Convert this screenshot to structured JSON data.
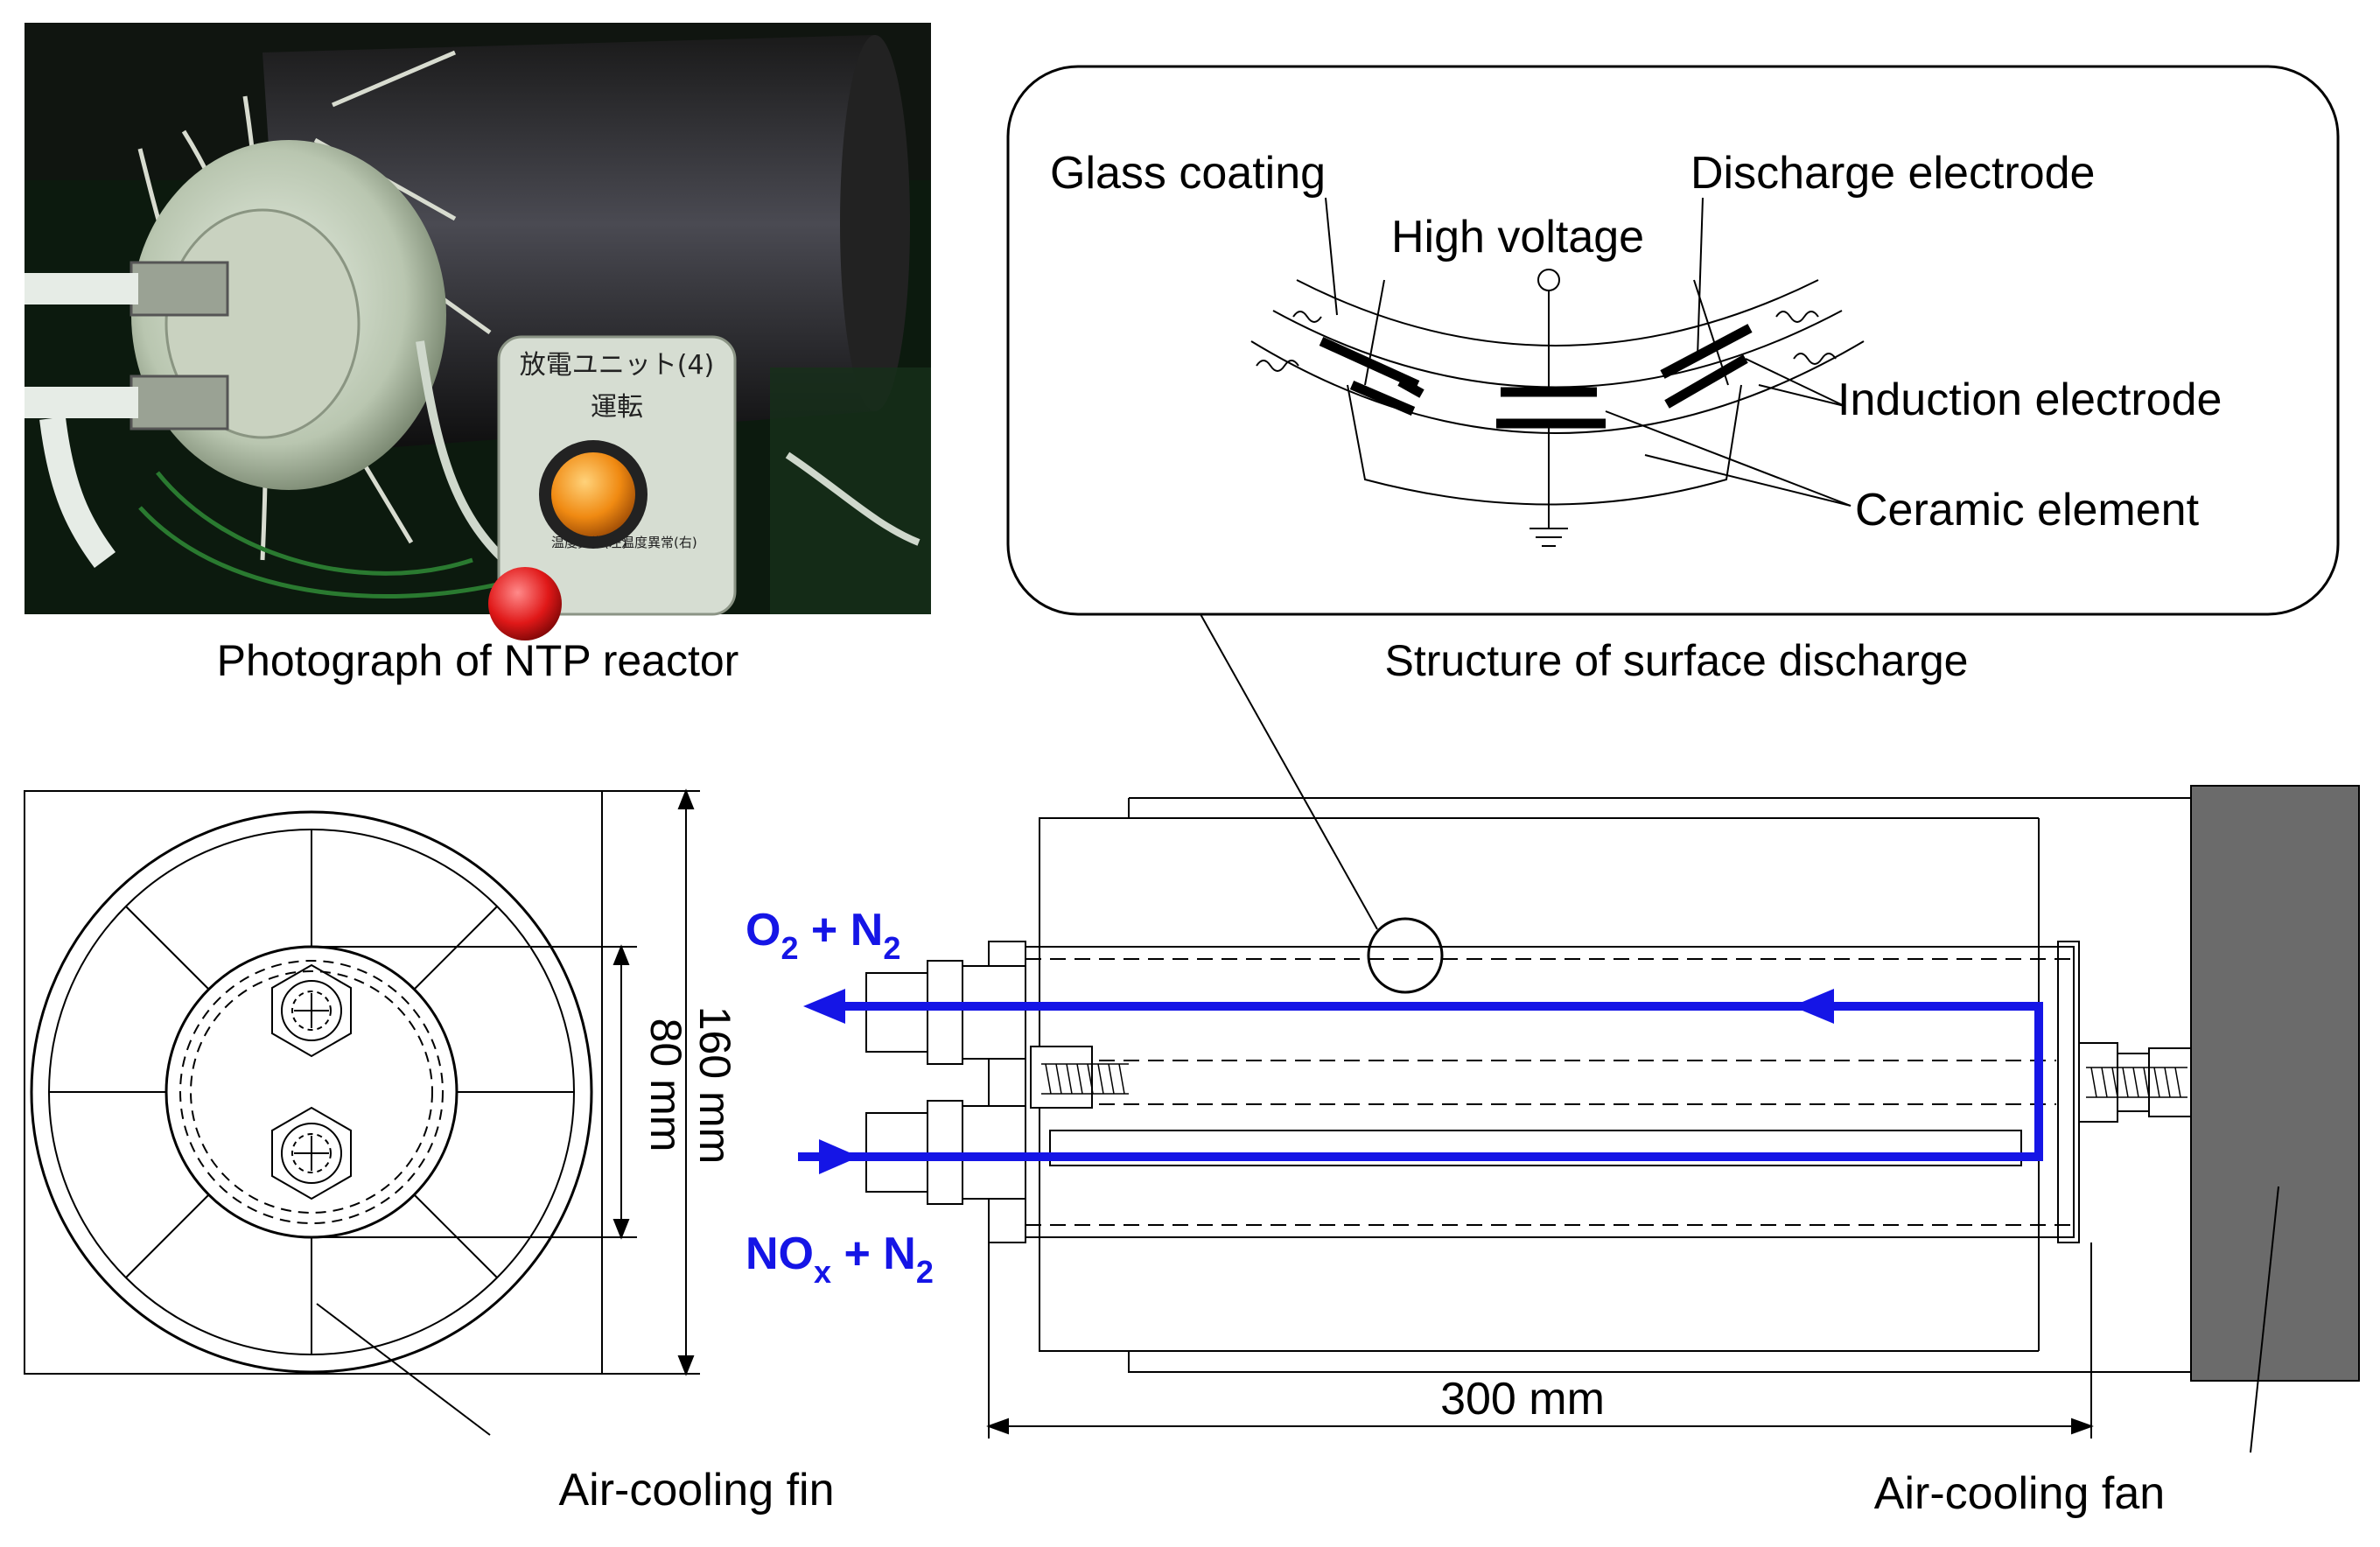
{
  "photo": {
    "caption": "Photograph of NTP reactor",
    "sign_title": "放電ユニット(4)",
    "sign_run": "運転",
    "sign_alarm_left": "温度異常(左)",
    "sign_alarm_right": "温度異常(右)"
  },
  "inset": {
    "caption": "Structure of surface discharge",
    "labels": {
      "glass_coating": "Glass coating",
      "high_voltage": "High voltage",
      "discharge_electrode": "Discharge electrode",
      "induction_electrode": "Induction electrode",
      "ceramic_element": "Ceramic element"
    }
  },
  "front_view": {
    "dim_outer": "160 mm",
    "dim_inner": "80 mm",
    "fin_label": "Air-cooling fin"
  },
  "side_view": {
    "flow_out": {
      "base1": "O",
      "sub1": "2",
      "mid": " + N",
      "sub2": "2"
    },
    "flow_in": {
      "base1": "NO",
      "sub1": "x",
      "mid": " + N",
      "sub2": "2"
    },
    "dim_length": "300 mm",
    "fan_label": "Air-cooling fan"
  },
  "colors": {
    "flow": "#1515e6",
    "fan": "#6b6b6b",
    "lamp_orange": "#f08a12",
    "lamp_red": "#e01818",
    "photo_bg": "#0c1a0e"
  }
}
